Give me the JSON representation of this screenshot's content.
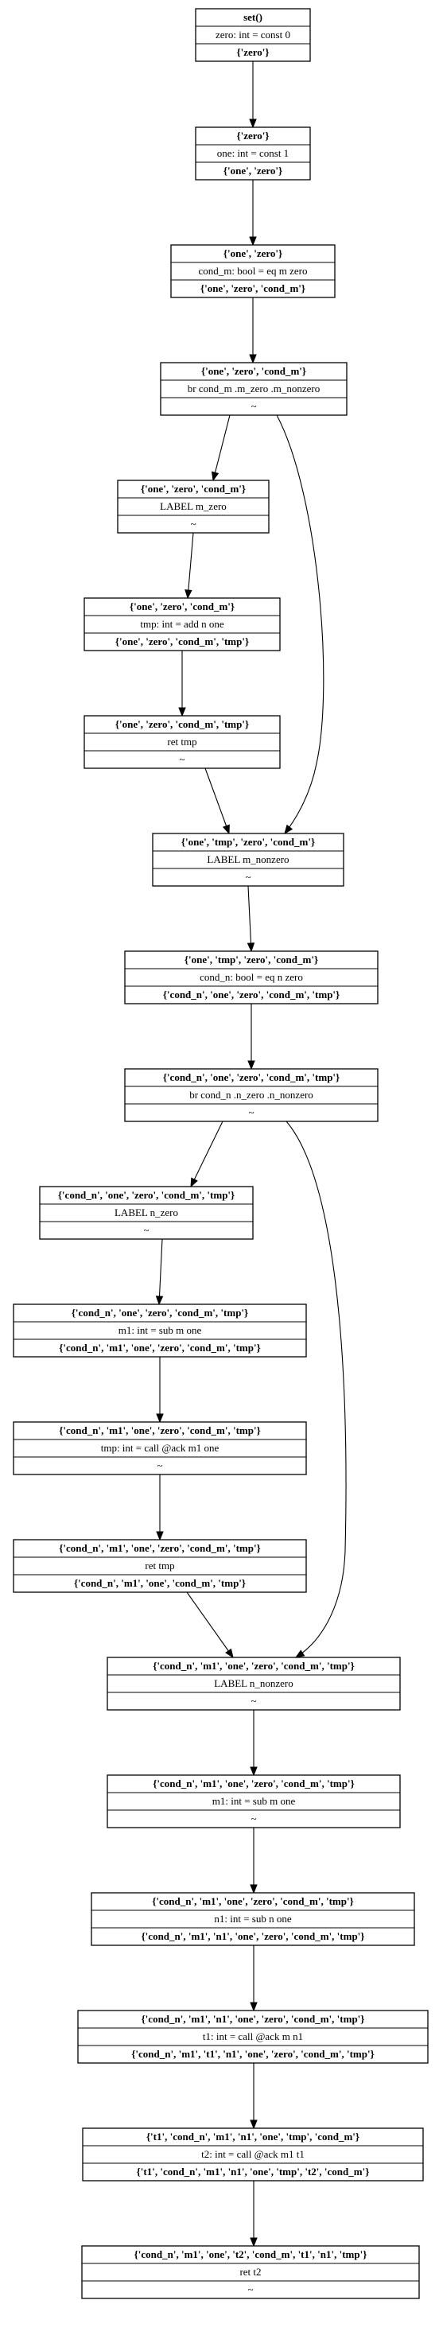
{
  "nodes": [
    {
      "id": "n0",
      "rows": [
        {
          "text": "set()",
          "bold": true
        },
        {
          "text": "zero: int = const 0",
          "bold": false
        },
        {
          "text": "{'zero'}",
          "bold": true
        }
      ]
    },
    {
      "id": "n1",
      "rows": [
        {
          "text": "{'zero'}",
          "bold": true
        },
        {
          "text": "one: int = const 1",
          "bold": false
        },
        {
          "text": "{'one', 'zero'}",
          "bold": true
        }
      ]
    },
    {
      "id": "n2",
      "rows": [
        {
          "text": "{'one', 'zero'}",
          "bold": true
        },
        {
          "text": "cond_m: bool = eq m zero",
          "bold": false
        },
        {
          "text": "{'one', 'zero', 'cond_m'}",
          "bold": true
        }
      ]
    },
    {
      "id": "n3",
      "rows": [
        {
          "text": "{'one', 'zero', 'cond_m'}",
          "bold": true
        },
        {
          "text": "br cond_m .m_zero .m_nonzero",
          "bold": false
        },
        {
          "text": "~",
          "bold": false
        }
      ]
    },
    {
      "id": "n4",
      "rows": [
        {
          "text": "{'one', 'zero', 'cond_m'}",
          "bold": true
        },
        {
          "text": "LABEL m_zero",
          "bold": false
        },
        {
          "text": "~",
          "bold": false
        }
      ]
    },
    {
      "id": "n5",
      "rows": [
        {
          "text": "{'one', 'zero', 'cond_m'}",
          "bold": true
        },
        {
          "text": "tmp: int = add n one",
          "bold": false
        },
        {
          "text": "{'one', 'zero', 'cond_m', 'tmp'}",
          "bold": true
        }
      ]
    },
    {
      "id": "n6",
      "rows": [
        {
          "text": "{'one', 'zero', 'cond_m', 'tmp'}",
          "bold": true
        },
        {
          "text": "ret tmp",
          "bold": false
        },
        {
          "text": "~",
          "bold": false
        }
      ]
    },
    {
      "id": "n7",
      "rows": [
        {
          "text": "{'one', 'tmp', 'zero', 'cond_m'}",
          "bold": true
        },
        {
          "text": "LABEL m_nonzero",
          "bold": false
        },
        {
          "text": "~",
          "bold": false
        }
      ]
    },
    {
      "id": "n8",
      "rows": [
        {
          "text": "{'one', 'tmp', 'zero', 'cond_m'}",
          "bold": true
        },
        {
          "text": "cond_n: bool = eq n zero",
          "bold": false
        },
        {
          "text": "{'cond_n', 'one', 'zero', 'cond_m', 'tmp'}",
          "bold": true
        }
      ]
    },
    {
      "id": "n9",
      "rows": [
        {
          "text": "{'cond_n', 'one', 'zero', 'cond_m', 'tmp'}",
          "bold": true
        },
        {
          "text": "br cond_n .n_zero .n_nonzero",
          "bold": false
        },
        {
          "text": "~",
          "bold": false
        }
      ]
    },
    {
      "id": "n10",
      "rows": [
        {
          "text": "{'cond_n', 'one', 'zero', 'cond_m', 'tmp'}",
          "bold": true
        },
        {
          "text": "LABEL n_zero",
          "bold": false
        },
        {
          "text": "~",
          "bold": false
        }
      ]
    },
    {
      "id": "n11",
      "rows": [
        {
          "text": "{'cond_n', 'one', 'zero', 'cond_m', 'tmp'}",
          "bold": true
        },
        {
          "text": "m1: int = sub m one",
          "bold": false
        },
        {
          "text": "{'cond_n', 'm1', 'one', 'zero', 'cond_m', 'tmp'}",
          "bold": true
        }
      ]
    },
    {
      "id": "n12",
      "rows": [
        {
          "text": "{'cond_n', 'm1', 'one', 'zero', 'cond_m', 'tmp'}",
          "bold": true
        },
        {
          "text": "tmp: int = call @ack m1 one",
          "bold": false
        },
        {
          "text": "~",
          "bold": false
        }
      ]
    },
    {
      "id": "n13",
      "rows": [
        {
          "text": "{'cond_n', 'm1', 'one', 'zero', 'cond_m', 'tmp'}",
          "bold": true
        },
        {
          "text": "ret tmp",
          "bold": false
        },
        {
          "text": "{'cond_n', 'm1', 'one', 'cond_m', 'tmp'}",
          "bold": true
        }
      ]
    },
    {
      "id": "n14",
      "rows": [
        {
          "text": "{'cond_n', 'm1', 'one', 'zero', 'cond_m', 'tmp'}",
          "bold": true
        },
        {
          "text": "LABEL n_nonzero",
          "bold": false
        },
        {
          "text": "~",
          "bold": false
        }
      ]
    },
    {
      "id": "n15",
      "rows": [
        {
          "text": "{'cond_n', 'm1', 'one', 'zero', 'cond_m', 'tmp'}",
          "bold": true
        },
        {
          "text": "m1: int = sub m one",
          "bold": false
        },
        {
          "text": "~",
          "bold": false
        }
      ]
    },
    {
      "id": "n16",
      "rows": [
        {
          "text": "{'cond_n', 'm1', 'one', 'zero', 'cond_m', 'tmp'}",
          "bold": true
        },
        {
          "text": "n1: int = sub n one",
          "bold": false
        },
        {
          "text": "{'cond_n', 'm1', 'n1', 'one', 'zero', 'cond_m', 'tmp'}",
          "bold": true
        }
      ]
    },
    {
      "id": "n17",
      "rows": [
        {
          "text": "{'cond_n', 'm1', 'n1', 'one', 'zero', 'cond_m', 'tmp'}",
          "bold": true
        },
        {
          "text": "t1: int = call @ack m n1",
          "bold": false
        },
        {
          "text": "{'cond_n', 'm1', 't1', 'n1', 'one', 'zero', 'cond_m', 'tmp'}",
          "bold": true
        }
      ]
    },
    {
      "id": "n18",
      "rows": [
        {
          "text": "{'t1', 'cond_n', 'm1', 'n1', 'one', 'tmp', 'cond_m'}",
          "bold": true
        },
        {
          "text": "t2: int = call @ack m1 t1",
          "bold": false
        },
        {
          "text": "{'t1', 'cond_n', 'm1', 'n1', 'one', 'tmp', 't2', 'cond_m'}",
          "bold": true
        }
      ]
    },
    {
      "id": "n19",
      "rows": [
        {
          "text": "{'cond_n', 'm1', 'one', 't2', 'cond_m', 't1', 'n1', 'tmp'}",
          "bold": true
        },
        {
          "text": "ret t2",
          "bold": false
        },
        {
          "text": "~",
          "bold": false
        }
      ]
    }
  ],
  "edges": [
    {
      "from": "n0",
      "to": "n1"
    },
    {
      "from": "n1",
      "to": "n2"
    },
    {
      "from": "n2",
      "to": "n3"
    },
    {
      "from": "n3",
      "to": "n4"
    },
    {
      "from": "n3",
      "to": "n7"
    },
    {
      "from": "n4",
      "to": "n5"
    },
    {
      "from": "n5",
      "to": "n6"
    },
    {
      "from": "n6",
      "to": "n7"
    },
    {
      "from": "n7",
      "to": "n8"
    },
    {
      "from": "n8",
      "to": "n9"
    },
    {
      "from": "n9",
      "to": "n10"
    },
    {
      "from": "n9",
      "to": "n14"
    },
    {
      "from": "n10",
      "to": "n11"
    },
    {
      "from": "n11",
      "to": "n12"
    },
    {
      "from": "n12",
      "to": "n13"
    },
    {
      "from": "n13",
      "to": "n14"
    },
    {
      "from": "n14",
      "to": "n15"
    },
    {
      "from": "n15",
      "to": "n16"
    },
    {
      "from": "n16",
      "to": "n17"
    },
    {
      "from": "n17",
      "to": "n18"
    },
    {
      "from": "n18",
      "to": "n19"
    }
  ]
}
